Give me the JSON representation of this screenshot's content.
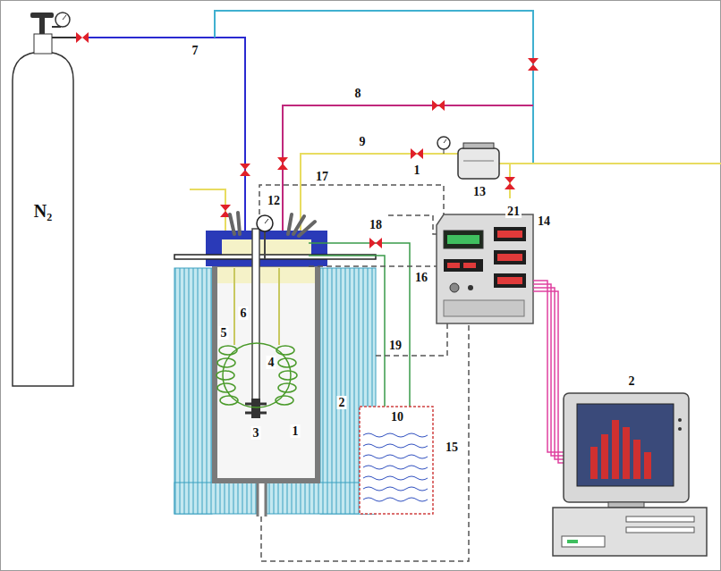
{
  "diagram": {
    "labels": [
      "7",
      "8",
      "9",
      "1",
      "13",
      "21",
      "17",
      "12",
      "18",
      "16",
      "14",
      "6",
      "5",
      "4",
      "N₂",
      "3",
      "1",
      "2",
      "19",
      "10",
      "15",
      "2"
    ]
  }
}
